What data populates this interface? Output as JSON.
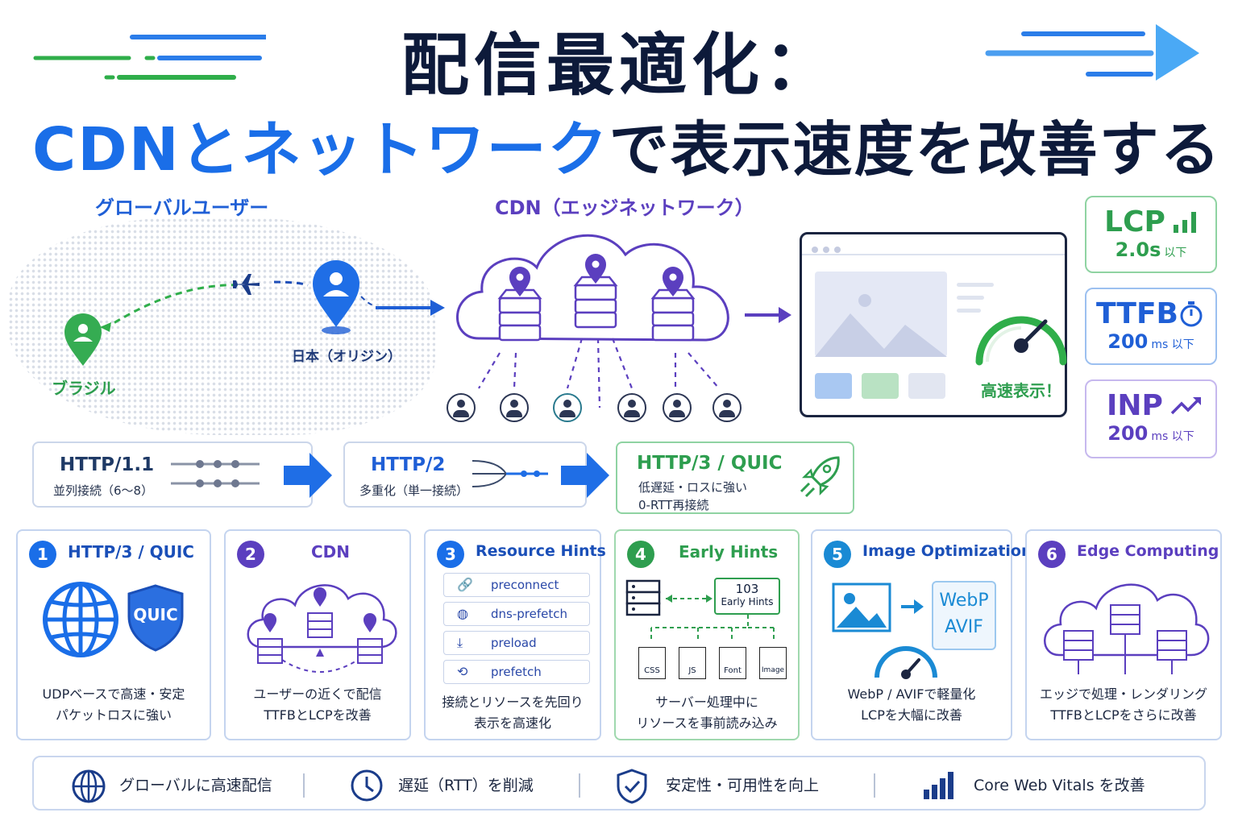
{
  "title": {
    "line1": "配信最適化：",
    "line2_blue": "CDNとネットワーク",
    "line2_dark": "で表示速度を改善する"
  },
  "map": {
    "heading": "グローバルユーザー",
    "origin_label": "日本（オリジン）",
    "brazil_label": "ブラジル"
  },
  "cdn": {
    "heading": "CDN（エッジネットワーク）"
  },
  "browser": {
    "fast_label": "高速表示！"
  },
  "metrics": [
    {
      "name": "LCP",
      "value": "2.0s",
      "unit": "以下",
      "color": "#2e9e4f",
      "icon": "bar-chart-icon"
    },
    {
      "name": "TTFB",
      "value": "200",
      "unit": "ms 以下",
      "color": "#1f5fd6",
      "icon": "stopwatch-icon"
    },
    {
      "name": "INP",
      "value": "200",
      "unit": "ms 以下",
      "color": "#5b3fbf",
      "icon": "trend-up-icon"
    }
  ],
  "protocols": [
    {
      "title": "HTTP/1.1",
      "sub1": "並列接続（6〜8）",
      "sub2": ""
    },
    {
      "title": "HTTP/2",
      "sub1": "多重化（単一接続）",
      "sub2": ""
    },
    {
      "title": "HTTP/3 / QUIC",
      "sub1": "低遅延・ロスに強い",
      "sub2": "0-RTT再接続"
    }
  ],
  "features": [
    {
      "num": "1",
      "title": "HTTP/3 / QUIC",
      "badge": "QUIC",
      "desc1": "UDPベースで高速・安定",
      "desc2": "パケットロスに強い",
      "color": "#1a6ee8"
    },
    {
      "num": "2",
      "title": "CDN",
      "desc1": "ユーザーの近くで配信",
      "desc2": "TTFBとLCPを改善",
      "color": "#5b3fbf"
    },
    {
      "num": "3",
      "title": "Resource Hints",
      "hints": [
        "preconnect",
        "dns-prefetch",
        "preload",
        "prefetch"
      ],
      "desc1": "接続とリソースを先回り",
      "desc2": "表示を高速化",
      "color": "#1a6ee8"
    },
    {
      "num": "4",
      "title": "Early Hints",
      "code": "103",
      "code_label": "Early Hints",
      "files": [
        "CSS",
        "JS",
        "Font",
        "Image"
      ],
      "desc1": "サーバー処理中に",
      "desc2": "リソースを事前読み込み",
      "color": "#2e9e4f"
    },
    {
      "num": "5",
      "title": "Image Optimization",
      "fmt1": "WebP",
      "fmt2": "AVIF",
      "desc1": "WebP / AVIFで軽量化",
      "desc2": "LCPを大幅に改善",
      "color": "#1a8ad4"
    },
    {
      "num": "6",
      "title": "Edge Computing",
      "desc1": "エッジで処理・レンダリング",
      "desc2": "TTFBとLCPをさらに改善",
      "color": "#5b3fbf"
    }
  ],
  "bottom_bar": [
    {
      "icon": "globe-icon",
      "label": "グローバルに高速配信"
    },
    {
      "icon": "clock-icon",
      "label": "遅延（RTT）を削減"
    },
    {
      "icon": "shield-check-icon",
      "label": "安定性・可用性を向上"
    },
    {
      "icon": "bar-chart-icon",
      "label": "Core Web Vitals を改善"
    }
  ]
}
